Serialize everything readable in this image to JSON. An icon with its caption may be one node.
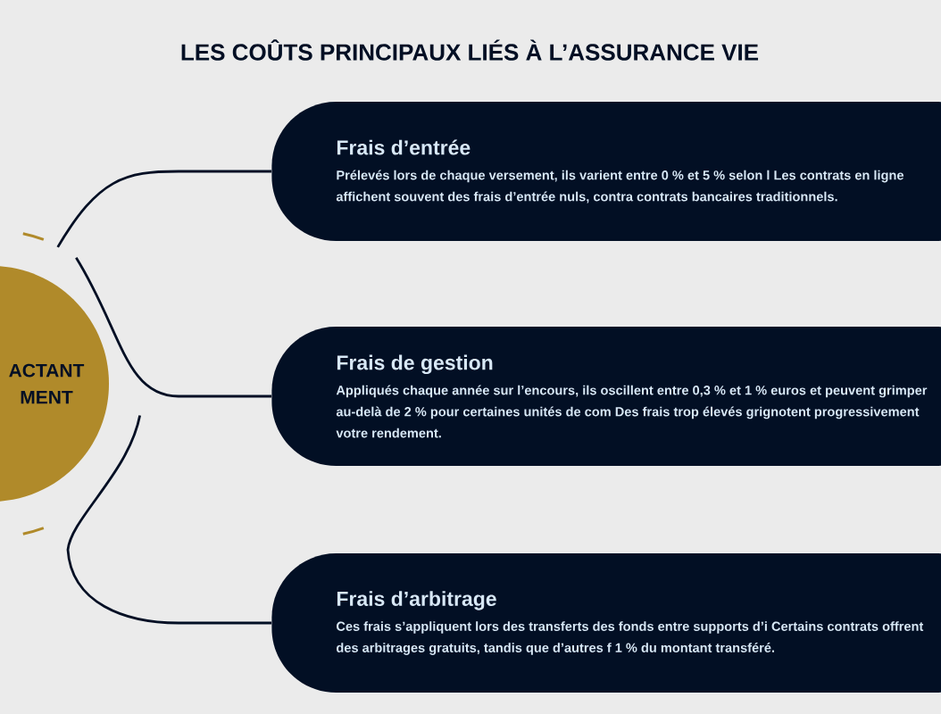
{
  "diagram": {
    "title": "LES COÛTS PRINCIPAUX LIÉS À L’ASSURANCE VIE",
    "nodes": [
      {
        "text": [
          "ACTANT MENT"
        ]
      },
      {
        "text": [
          "Frais d’entrée",
          "Prélevés lors de chaque versement, ils varient entre 0 % et 5 % selon l Les contrats en ligne affichent souvent des frais d’entrée nuls, contra contrats bancaires traditionnels."
        ]
      },
      {
        "text": [
          "Frais de gestion",
          "Appliqués chaque année sur l’encours, ils oscillent entre 0,3 % et 1 % euros et peuvent grimper au-delà de 2 % pour certaines unités de com Des frais trop élevés grignotent progressivement votre rendement."
        ]
      },
      {
        "text": [
          "Frais d’arbitrage",
          "Ces frais s’appliquent lors des transferts des fonds entre supports d’i Certains contrats offrent des arbitrages gratuits, tandis que d’autres f 1 % du montant transféré."
        ]
      }
    ],
    "edges": [
      {
        "from": 0,
        "to": 1,
        "arrow": "none"
      },
      {
        "from": 0,
        "to": 2,
        "arrow": "none"
      },
      {
        "from": 0,
        "to": 3,
        "arrow": "none"
      }
    ]
  }
}
